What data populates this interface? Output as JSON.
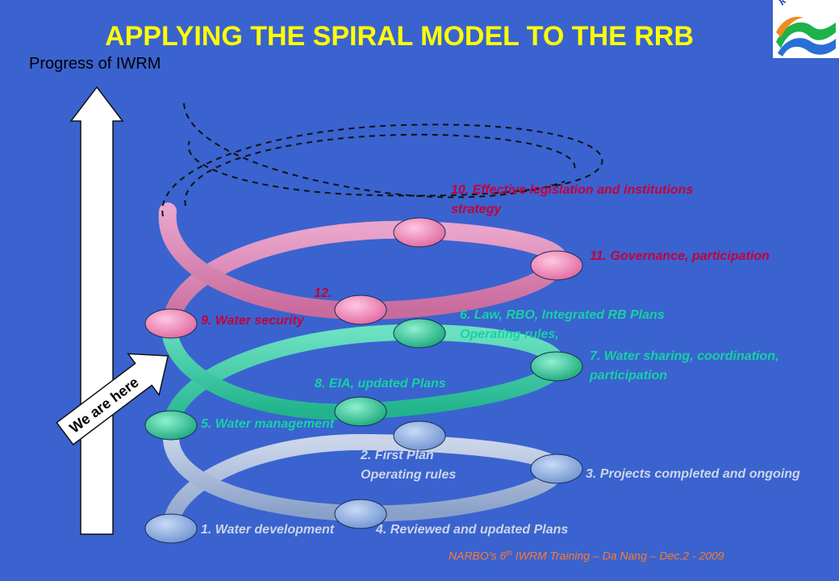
{
  "title": "APPLYING THE SPIRAL MODEL TO THE RRB",
  "axis_label": "Progress of IWRM",
  "pointer_label": "We are here",
  "logo_text": "RRBO",
  "colors": {
    "background": "#3a63cf",
    "title": "#ffff00",
    "red_labels": "#c4003a",
    "green_labels": "#16d2a2",
    "grey_labels": "#cdd6e8",
    "footer": "#ff7a2a"
  },
  "nodes": [
    {
      "id": "1",
      "text": "1. Water development"
    },
    {
      "id": "2",
      "text": "2. First Plan Operating rules"
    },
    {
      "id": "3",
      "text": "3. Projects completed and ongoing"
    },
    {
      "id": "4",
      "text": "4. Reviewed and updated Plans"
    },
    {
      "id": "5",
      "text": "5. Water management"
    },
    {
      "id": "6",
      "text": "6. Law, RBO, Integrated RB Plans Operating rules,"
    },
    {
      "id": "7",
      "text": "7. Water sharing, coordination, participation"
    },
    {
      "id": "8",
      "text": "8. EIA, updated Plans"
    },
    {
      "id": "9",
      "text": "9. Water security"
    },
    {
      "id": "10",
      "text": "10. Effective legislation and institutions strategy"
    },
    {
      "id": "11",
      "text": "11. Governance, participation"
    },
    {
      "id": "12",
      "text": "12."
    }
  ],
  "footer": {
    "prefix": "NARBO’s 6",
    "sup": "th",
    "suffix": " IWRM Training – Da Nang – Dec.2 - 2009"
  }
}
